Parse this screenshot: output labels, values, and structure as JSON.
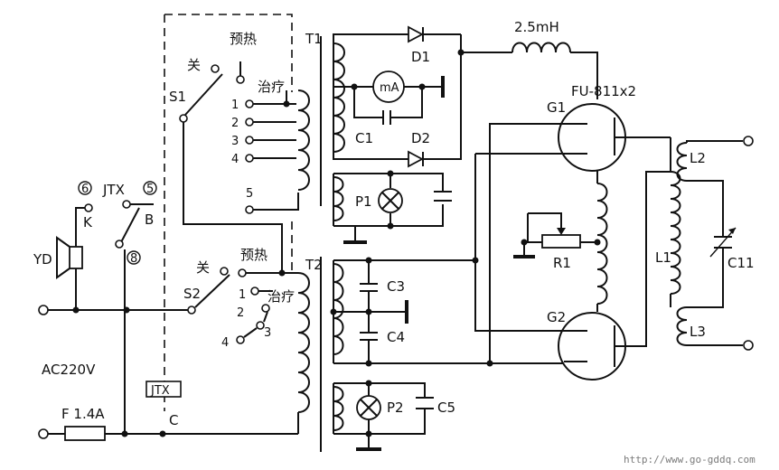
{
  "labels": {
    "T1": "T1",
    "T2": "T2",
    "D1": "D1",
    "D2": "D2",
    "inductor": "2.5mH",
    "tube": "FU-811x2",
    "G1": "G1",
    "G2": "G2",
    "mA": "mA",
    "C1": "C1",
    "P1": "P1",
    "R1": "R1",
    "L1": "L1",
    "L2": "L2",
    "L3": "L3",
    "C11": "C11",
    "C3": "C3",
    "C4": "C4",
    "P2": "P2",
    "C5": "C5",
    "S1": "S1",
    "S2": "S2",
    "off": "关",
    "preheat": "预热",
    "treat": "治疗",
    "t1": "1",
    "t2": "2",
    "t3": "3",
    "t4": "4",
    "t5": "5",
    "JTX": "JTX",
    "n6": "6",
    "n5": "5",
    "n8": "8",
    "K": "K",
    "B": "B",
    "YD": "YD",
    "AC": "AC220V",
    "fuse": "F  1.4A",
    "C": "C",
    "jtx_box": "JTX"
  },
  "watermark": "http://www.go-gddq.com"
}
